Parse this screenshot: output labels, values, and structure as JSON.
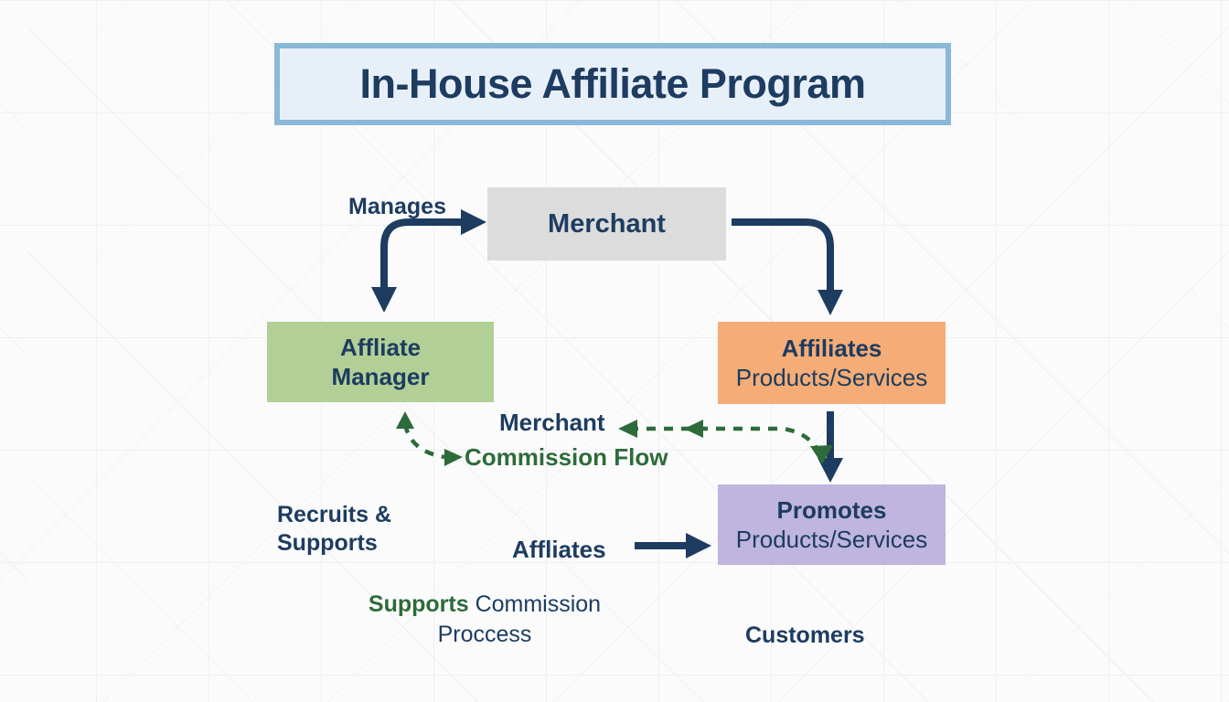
{
  "title": {
    "text": "In-House Affiliate Program"
  },
  "nodes": {
    "merchant": {
      "label": "Merchant"
    },
    "affiliate_manager": {
      "line1": "Affliate",
      "line2": "Manager"
    },
    "affiliates": {
      "line1": "Affiliates",
      "line2": "Products/Services"
    },
    "promotes": {
      "line1": "Promotes",
      "line2": "Products/Services"
    }
  },
  "labels": {
    "manages": "Manages",
    "merchant_commission": "Merchant",
    "commission_flow": "Commission Flow",
    "recruits_line1": "Recruits &",
    "recruits_line2": "Supports",
    "affiliates": "Affliates",
    "supports": "Supports",
    "commission": "Commission",
    "process": "Proccess",
    "customers": "Customers"
  },
  "colors": {
    "navy": "#1d3c60",
    "green": "#2e6b3a",
    "title_fill": "#e7f0f9",
    "title_border": "#8ab8d8",
    "merchant_fill": "#dcdcdc",
    "manager_fill": "#b2cf96",
    "affiliates_fill": "#f5ac76",
    "promotes_fill": "#bfb5de"
  }
}
